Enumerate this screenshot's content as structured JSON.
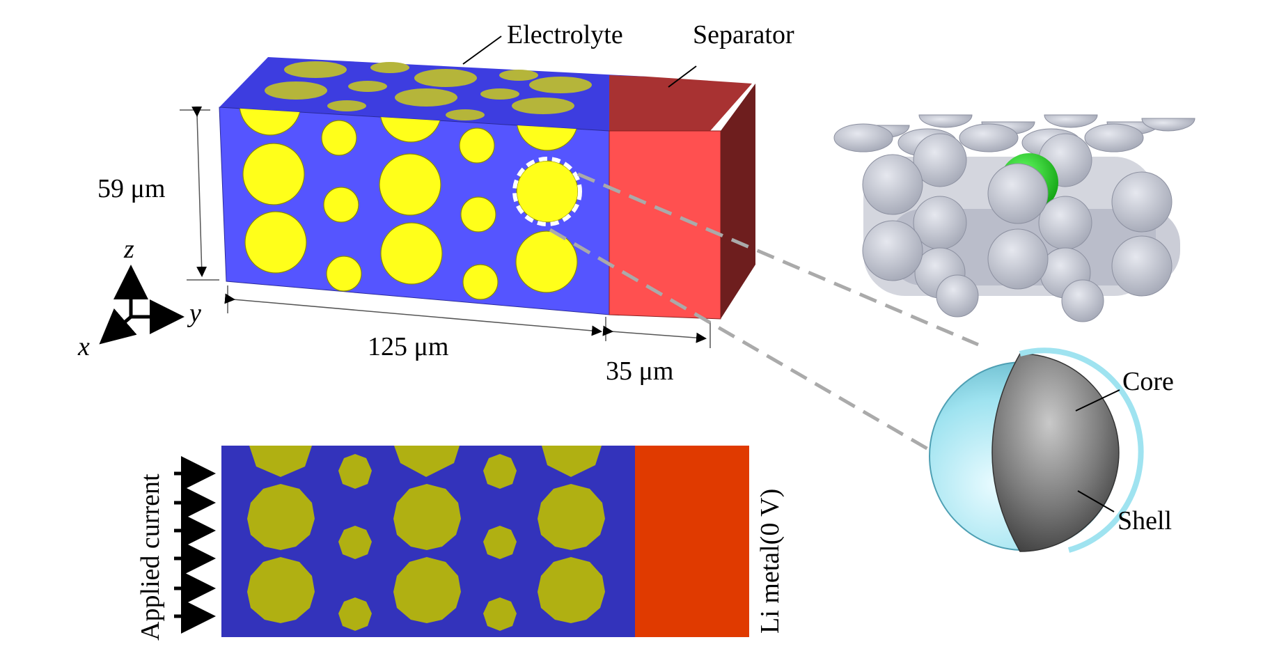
{
  "labels": {
    "electrolyte": "Electrolyte",
    "separator": "Separator",
    "height": "59 μm",
    "width_electrode": "125 μm",
    "width_separator": "35 μm",
    "axis_z": "z",
    "axis_y": "y",
    "axis_x": "x",
    "core": "Core",
    "shell": "Shell",
    "applied_current": "Applied current",
    "li_metal": "Li metal(0 V)"
  },
  "colors": {
    "electrolyte": "#5555ff",
    "electrolyte_top": "#3d3de0",
    "particle": "#ffff1a",
    "particle_top": "#b5b53a",
    "separator_front": "#ff5050",
    "separator_top": "#a83232",
    "separator_side": "#6e1e1e",
    "mesh_electrolyte": "#3333bb",
    "mesh_particle": "#b0b012",
    "mesh_separator": "#e03a00",
    "lattice_particle": "#c4c8d4",
    "highlight_particle": "#22dd22",
    "core": "#7a7a7a",
    "shell": "#9fe3f0"
  }
}
